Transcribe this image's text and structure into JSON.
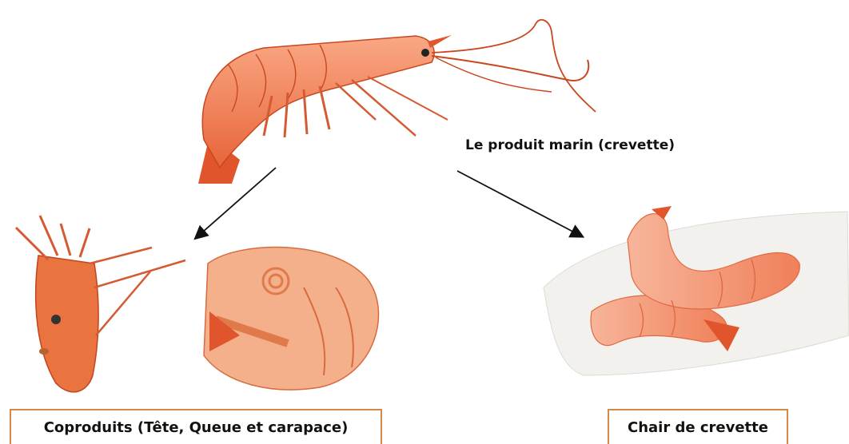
{
  "diagram": {
    "source_label": "Le produit marin (crevette)",
    "byproducts_label": "Coproduits (Tête, Queue et carapace)",
    "meat_label": "Chair de crevette"
  },
  "colors": {
    "shrimp_raw": "#f07a4a",
    "shrimp_cooked": "#f39070",
    "box_border": "#d2894a",
    "arrow": "#111111"
  },
  "icons": {
    "whole_shrimp": "raw-shrimp-illustration",
    "head": "shrimp-head-illustration",
    "shell": "shrimp-shell-illustration",
    "meat": "cooked-shrimp-meat-illustration"
  }
}
